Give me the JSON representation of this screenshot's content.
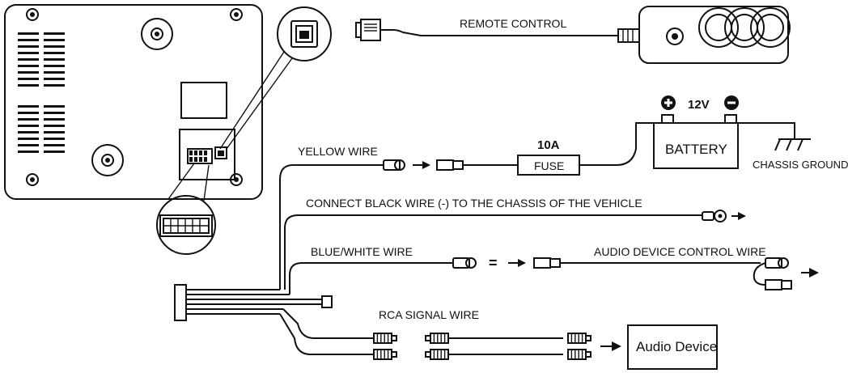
{
  "labels": {
    "remote_control": "REMOTE CONTROL",
    "yellow_wire": "YELLOW WIRE",
    "fuse_rating": "10A",
    "fuse": "FUSE",
    "voltage": "12V",
    "battery": "BATTERY",
    "chassis_ground": "CHASSIS GROUND",
    "black_wire": "CONNECT BLACK WIRE (-) TO THE CHASSIS OF THE VEHICLE",
    "blue_white_wire": "BLUE/WHITE WIRE",
    "equals": "=",
    "audio_control_wire": "AUDIO DEVICE CONTROL WIRE",
    "rca_signal_wire": "RCA SIGNAL WIRE",
    "audio_device": "Audio Device"
  },
  "icons": [
    "plus-terminal-icon",
    "minus-terminal-icon",
    "ground-icon",
    "arrow-icon",
    "rj-plug-icon",
    "rca-plug-icon"
  ],
  "colors": {
    "ink": "#111111",
    "background": "#ffffff"
  }
}
